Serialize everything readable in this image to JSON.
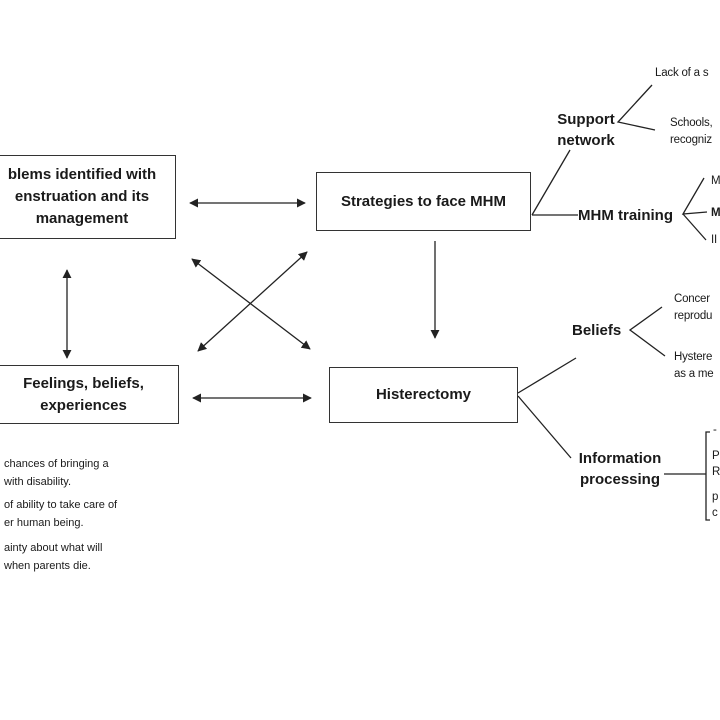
{
  "boxes": {
    "problems": "blems identified with\nenstruation and its\nmanagement",
    "strategies": "Strategies to face MHM",
    "feelings": "Feelings, beliefs,\nexperiences",
    "histerectomy": "Histerectomy"
  },
  "branches": {
    "support_network": "Support\nnetwork",
    "mhm_training": "MHM training",
    "beliefs": "Beliefs",
    "information_processing": "Information\nprocessing"
  },
  "leaves": {
    "lack_of": "Lack of a s",
    "schools": "Schools,\nrecogniz",
    "mhm_leaf_1": "M",
    "mhm_leaf_2": "M",
    "mhm_leaf_3": "II",
    "concern": "Concer\nreprodu",
    "hysterec": "Hystere\nas a me",
    "info_dash": "-",
    "info_1": "P",
    "info_2": "R",
    "info_3": "p",
    "info_4": "c"
  },
  "feelings_notes": [
    "chances of bringing a\nwith disability.",
    "of ability to take care of\ner human being.",
    "ainty about what will\nwhen parents die."
  ]
}
